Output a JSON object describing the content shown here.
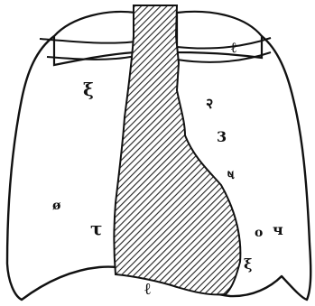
{
  "colors": {
    "ink": "#111111",
    "background": "#ffffff",
    "hatch": "#222222"
  },
  "labels": {
    "l_upper_left": "ξ",
    "l_upper_right_1": "२",
    "l_upper_right_2": "3",
    "l_mid_right": "ષ",
    "l_lower_right": "ч",
    "l_left_dot": "ø",
    "l_left_lower": "τ",
    "l_right_dot": "o",
    "l_bottom_right": "ξ",
    "l_bottom_center": "ℓ",
    "l_top_right": "ℓ"
  }
}
